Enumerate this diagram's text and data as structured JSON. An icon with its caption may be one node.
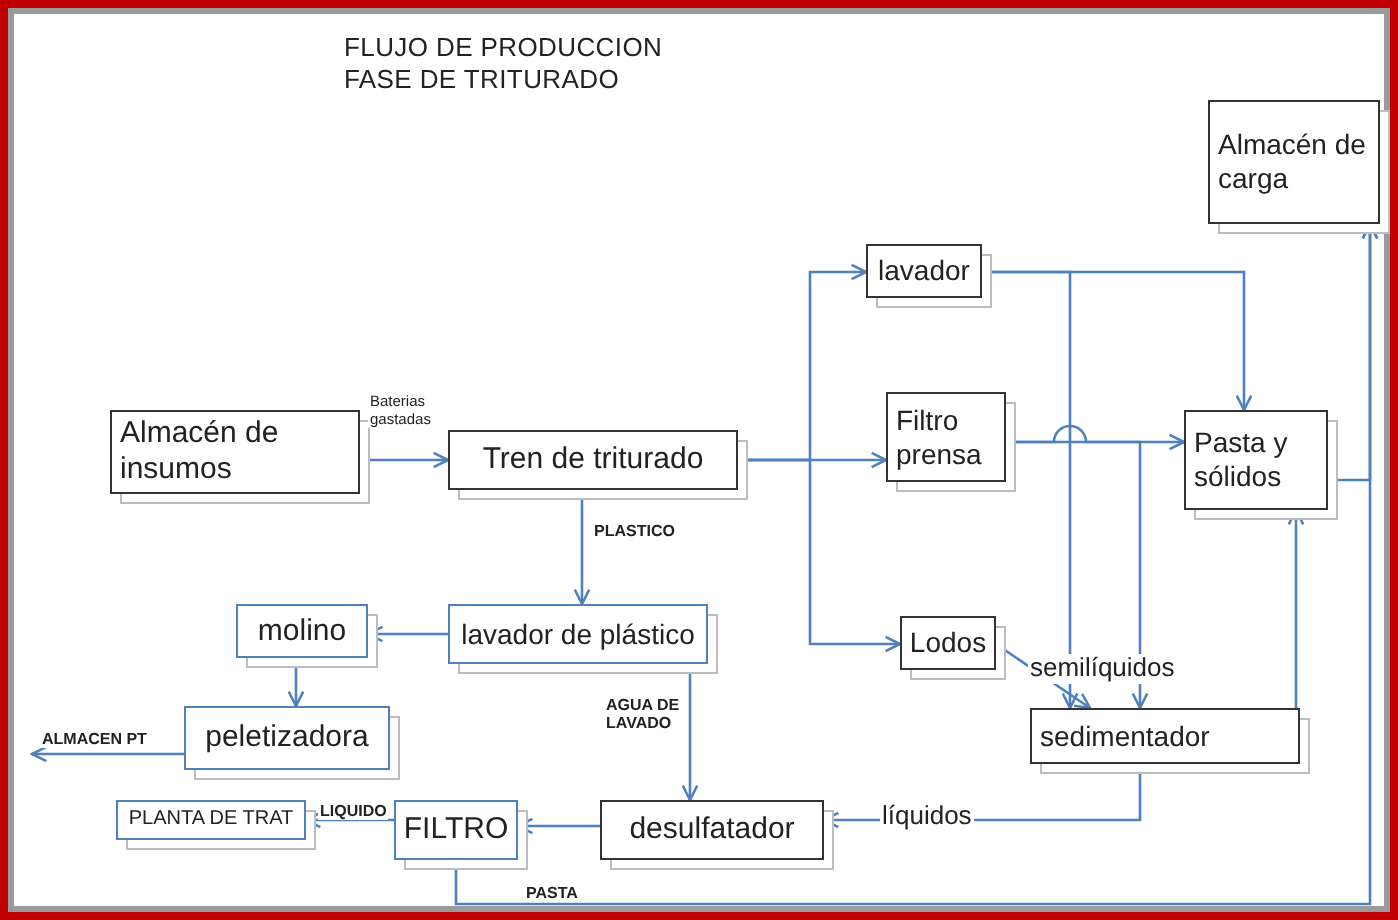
{
  "diagram": {
    "title": "FLUJO DE PRODUCCION FASE DE TRITURADO",
    "nodes": [
      {
        "text": [
          "Almacén de insumos"
        ]
      },
      {
        "text": [
          "Tren de triturado"
        ]
      },
      {
        "text": [
          "lavador"
        ]
      },
      {
        "text": [
          "Filtro prensa"
        ]
      },
      {
        "text": [
          "Almacén de carga"
        ]
      },
      {
        "text": [
          "Pasta y sólidos"
        ]
      },
      {
        "text": [
          "lavador de plástico"
        ]
      },
      {
        "text": [
          "molino"
        ]
      },
      {
        "text": [
          "peletizadora"
        ]
      },
      {
        "text": [
          "Lodos"
        ]
      },
      {
        "text": [
          "sedimentador"
        ]
      },
      {
        "text": [
          "PLANTA DE TRAT"
        ]
      },
      {
        "text": [
          "FILTRO"
        ]
      },
      {
        "text": [
          "desulfatador"
        ]
      }
    ],
    "edges": [
      {
        "from": 0,
        "to": 1,
        "arrow": "to",
        "label": "Baterias gastadas"
      },
      {
        "from": 1,
        "to": 2,
        "arrow": "to"
      },
      {
        "from": 1,
        "to": 3,
        "arrow": "to"
      },
      {
        "from": 1,
        "to": 9,
        "arrow": "to"
      },
      {
        "from": 2,
        "to": 5,
        "arrow": "to"
      },
      {
        "from": 2,
        "to": 10,
        "arrow": "to"
      },
      {
        "from": 3,
        "to": 5,
        "arrow": "to"
      },
      {
        "from": 3,
        "to": 10,
        "arrow": "to"
      },
      {
        "from": 5,
        "to": 4,
        "arrow": "to"
      },
      {
        "from": 10,
        "to": 5,
        "arrow": "to"
      },
      {
        "from": 9,
        "to": 10,
        "arrow": "to",
        "label": "semilíquidos"
      },
      {
        "from": 10,
        "to": 13,
        "arrow": "to",
        "label": "líquidos"
      },
      {
        "from": 13,
        "to": 12,
        "arrow": "to"
      },
      {
        "from": 12,
        "to": 11,
        "arrow": "to",
        "label": "LIQUIDO"
      },
      {
        "from": 12,
        "to": 4,
        "arrow": "to",
        "label": "PASTA"
      },
      {
        "from": 1,
        "to": 6,
        "arrow": "to",
        "label": "PLASTICO"
      },
      {
        "from": 6,
        "to": 7,
        "arrow": "to"
      },
      {
        "from": 7,
        "to": 8,
        "arrow": "to"
      },
      {
        "from": 8,
        "to": null,
        "arrow": "to",
        "label": "ALMACEN PT"
      },
      {
        "from": 6,
        "to": 13,
        "arrow": "to",
        "label": "AGUA DE LAVADO"
      }
    ]
  }
}
